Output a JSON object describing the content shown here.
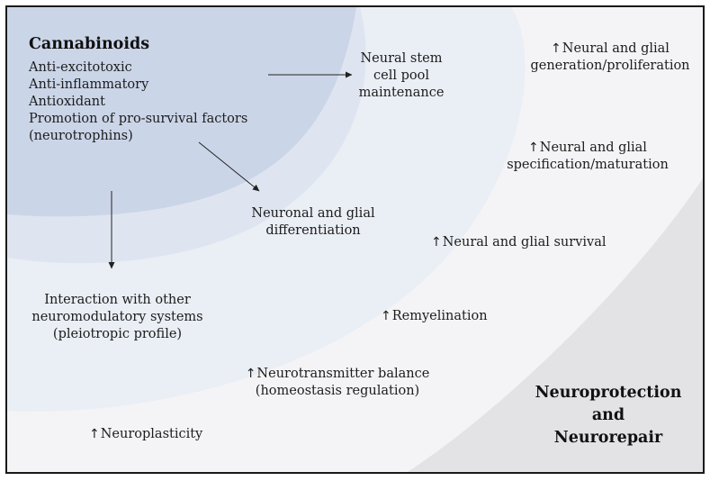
{
  "colors": {
    "inner_zone": "#c9d4e8",
    "middle_zone": "#dfe6f1",
    "outer_zone": "#eef0f4",
    "corner_zone": "#e3e3e5",
    "frame": "#1a1a1a",
    "arrow": "#222222"
  },
  "icons": {
    "increase": "↑"
  },
  "source": {
    "title": "Cannabinoids",
    "effects": [
      "Anti-excitotoxic",
      "Anti-inflammatory",
      "Antioxidant",
      "Promotion of pro-survival factors",
      "(neurotrophins)"
    ]
  },
  "outcomes": {
    "stem_cell": [
      "Neural stem",
      "cell pool",
      "maintenance"
    ],
    "differentiation": [
      "Neuronal and glial",
      "differentiation"
    ],
    "interaction": [
      "Interaction with other",
      "neuromodulatory systems",
      "(pleiotropic profile)"
    ]
  },
  "increases": {
    "generation": [
      "Neural and glial",
      "generation/proliferation"
    ],
    "specification": [
      "Neural and glial",
      "specification/maturation"
    ],
    "survival": "Neural and glial survival",
    "remyelination": "Remyelination",
    "neurotransmitter": [
      "Neurotransmitter balance",
      "(homeostasis regulation)"
    ],
    "neuroplasticity": "Neuroplasticity"
  },
  "goal": [
    "Neuroprotection",
    "and",
    "Neurorepair"
  ]
}
